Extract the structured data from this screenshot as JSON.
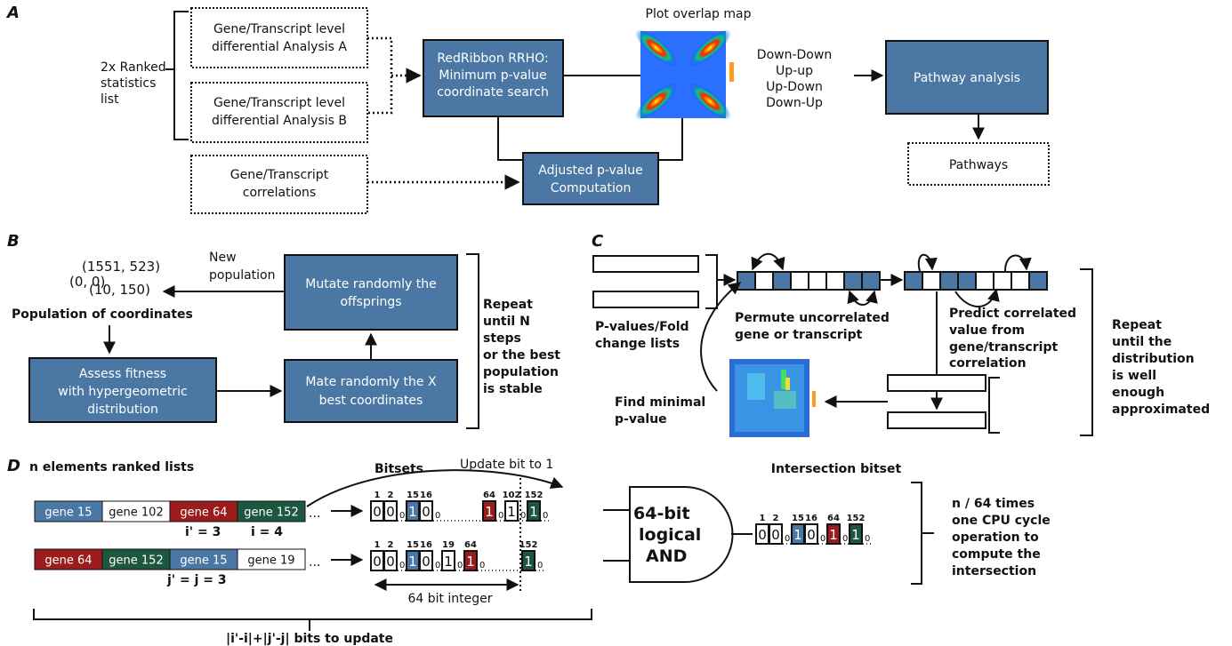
{
  "panels": {
    "a": "A",
    "b": "B",
    "c": "C",
    "d": "D"
  },
  "colors": {
    "blue": "#4a77a3",
    "red": "#9b1c1c",
    "green": "#1e5740"
  },
  "a": {
    "ranked_lines": [
      "2x Ranked",
      "statistics",
      "list"
    ],
    "analysis_a": [
      "Gene/Transcript level",
      "differential Analysis A"
    ],
    "analysis_b": [
      "Gene/Transcript level",
      "differential Analysis B"
    ],
    "correlations": [
      "Gene/Transcript",
      "correlations"
    ],
    "rrho": [
      "RedRibbon RRHO:",
      "Minimum p-value",
      "coordinate search"
    ],
    "overlap_title": "Plot overlap map",
    "adjusted": [
      "Adjusted p-value",
      "Computation"
    ],
    "directions": [
      "Down-Down",
      "Up-up",
      "Up-Down",
      "Down-Up"
    ],
    "pathway_analysis": "Pathway analysis",
    "pathways": "Pathways"
  },
  "b": {
    "coords": [
      "(1551, 523)",
      "(0, 0)",
      "(10, 150)"
    ],
    "new_population": [
      "New",
      "population"
    ],
    "population_label": "Population of coordinates",
    "assess": [
      "Assess fitness",
      "with hypergeometric",
      "distribution"
    ],
    "mate": [
      "Mate randomly the X",
      "best coordinates"
    ],
    "mutate": [
      "Mutate randomly the",
      "offsprings"
    ],
    "repeat": [
      "Repeat",
      "until N",
      "steps",
      "or the best",
      "population",
      "is stable"
    ]
  },
  "c": {
    "pvalues": [
      "P-values/Fold",
      "change lists"
    ],
    "permute": [
      "Permute uncorrelated",
      "gene or transcript"
    ],
    "predict": [
      "Predict correlated",
      "value from",
      "gene/transcript",
      "correlation"
    ],
    "find_min": [
      "Find minimal",
      "p-value"
    ],
    "repeat": [
      "Repeat",
      "until the",
      "distribution",
      "is well",
      "enough",
      "approximated"
    ]
  },
  "d": {
    "ranked_title": "n elements ranked lists",
    "list1": [
      {
        "label": "gene 15",
        "color": "blue"
      },
      {
        "label": "gene 102",
        "color": "white"
      },
      {
        "label": "gene 64",
        "color": "red"
      },
      {
        "label": "gene 152",
        "color": "green"
      }
    ],
    "list2": [
      {
        "label": "gene 64",
        "color": "red"
      },
      {
        "label": "gene 152",
        "color": "green"
      },
      {
        "label": "gene 15",
        "color": "blue"
      },
      {
        "label": "gene 19",
        "color": "white"
      }
    ],
    "ellipsis": "...",
    "i_prime": "i' = 3",
    "i": "i = 4",
    "j": "j' = j = 3",
    "bitsets_title": "Bitsets",
    "update_bit": "Update bit to 1",
    "bitset1": {
      "indices": [
        "1",
        "2",
        "15",
        "16",
        "64",
        "102",
        "152"
      ],
      "cells": [
        "0",
        "0",
        "0",
        "1",
        "0",
        "0",
        "1",
        "0",
        "1",
        "0",
        "1",
        "0"
      ]
    },
    "bitset2": {
      "indices": [
        "1",
        "2",
        "15",
        "16",
        "19",
        "64",
        "152"
      ],
      "cells": [
        "0",
        "0",
        "0",
        "1",
        "0",
        "0",
        "1",
        "0",
        "1",
        "0",
        "1",
        "0"
      ]
    },
    "int_label": "64 bit integer",
    "and": [
      "64-bit",
      "logical",
      "AND"
    ],
    "intersection_title": "Intersection bitset",
    "intersection": {
      "indices": [
        "1",
        "2",
        "15",
        "16",
        "64",
        "152"
      ],
      "cells": [
        "0",
        "0",
        "0",
        "1",
        "0",
        "0",
        "1",
        "0",
        "1",
        "0"
      ]
    },
    "result": [
      "n / 64 times",
      "one CPU cycle",
      "operation to",
      "compute the",
      "intersection"
    ],
    "bits_to_update": "|i'-i|+|j'-j| bits to update"
  }
}
